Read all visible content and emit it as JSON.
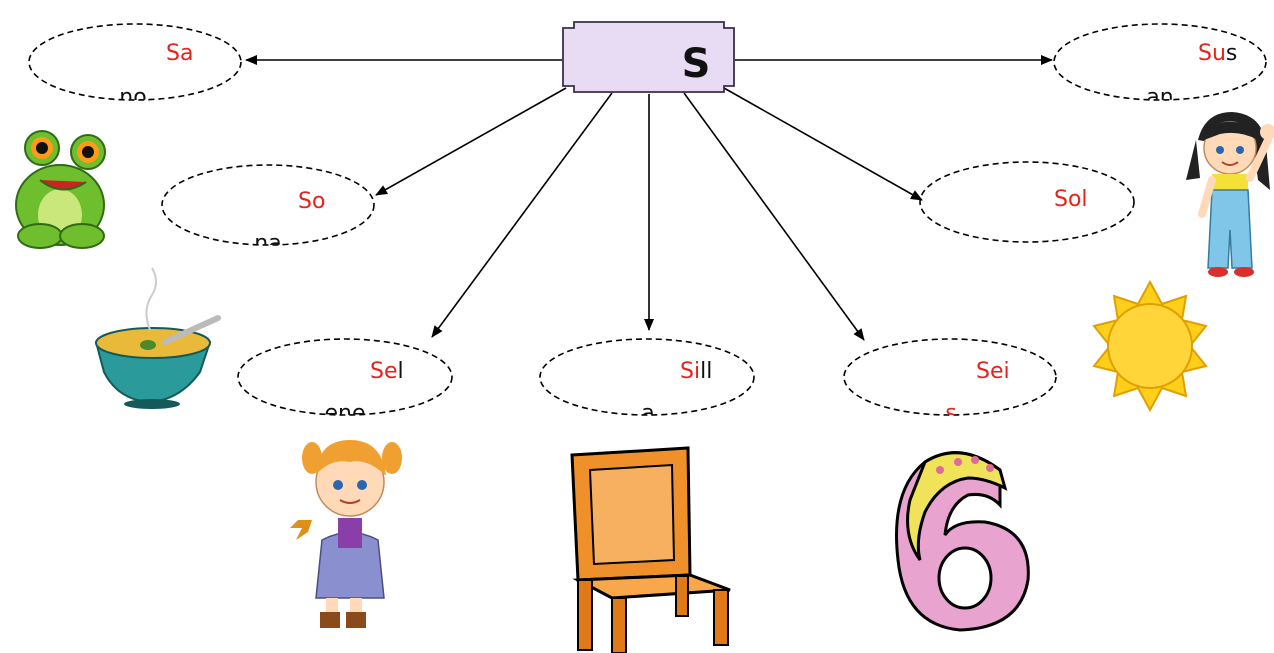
{
  "center": {
    "letter": "S",
    "fill": "#e8dcf5",
    "stroke": "#3a2f4a"
  },
  "colors": {
    "highlight": "#e8211a",
    "text": "#111111",
    "arrow": "#000000"
  },
  "nodes": [
    {
      "id": "sa",
      "red": "Sa",
      "black": "",
      "under": "no"
    },
    {
      "id": "so",
      "red": "So",
      "black": "",
      "under": "na"
    },
    {
      "id": "sel",
      "red": "Se",
      "black": "l",
      "under": "ene"
    },
    {
      "id": "sill",
      "red": "Si",
      "black": "ll",
      "under": "a"
    },
    {
      "id": "sei",
      "red": "Sei",
      "black": "",
      "under": "s"
    },
    {
      "id": "sol",
      "red": "Sol",
      "black": "",
      "under": ""
    },
    {
      "id": "sus",
      "red": "Su",
      "black": "s",
      "under": "an"
    }
  ],
  "pictures": [
    {
      "id": "frog",
      "icon": "frog-icon"
    },
    {
      "id": "soup",
      "icon": "soup-bowl-icon"
    },
    {
      "id": "girl-autumn",
      "icon": "girl-with-leaf-icon"
    },
    {
      "id": "chair",
      "icon": "chair-icon"
    },
    {
      "id": "six",
      "icon": "number-six-icon"
    },
    {
      "id": "sun",
      "icon": "sun-icon"
    },
    {
      "id": "girl-overalls",
      "icon": "girl-waving-icon"
    }
  ]
}
